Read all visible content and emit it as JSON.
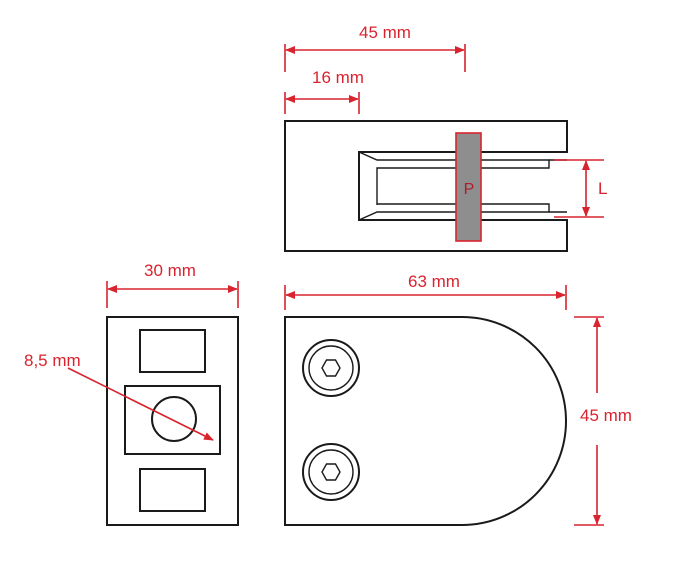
{
  "colors": {
    "line": "#1a1a1a",
    "dimension": "#d9232e",
    "glass_fill": "#8e8e8e",
    "glass_stroke": "#d9232e",
    "background": "#ffffff"
  },
  "dimensions": {
    "top_width": "45 mm",
    "top_depth": "16 mm",
    "glass_label": "P",
    "gap_label": "L",
    "side_width": "30 mm",
    "hole_diameter": "8,5 mm",
    "front_length": "63 mm",
    "front_height": "45 mm"
  },
  "icons": [
    "hex-socket-screw-icon",
    "hex-socket-screw-icon"
  ]
}
